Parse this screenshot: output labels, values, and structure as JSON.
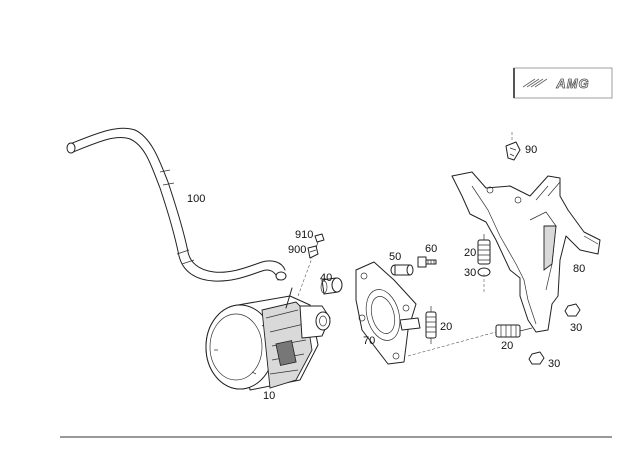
{
  "logo": {
    "text": "AMG"
  },
  "callouts": {
    "hose": "100",
    "pump": "10",
    "bolt_910": "910",
    "clip_900": "900",
    "plug_40": "40",
    "screw_50": "50",
    "screw_60": "60",
    "gasket_70": "70",
    "clip_90": "90",
    "bracket_80": "80",
    "mount_upper": "20",
    "nut_upper": "30",
    "mount_lower": "20",
    "mount_bottom": "20",
    "nut_right": "30",
    "nut_bottom": "30"
  }
}
